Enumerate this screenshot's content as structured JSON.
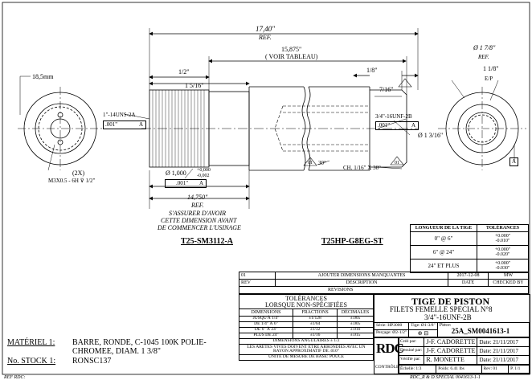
{
  "dims": {
    "overall_len": "17,40\"",
    "overall_ref": "REF.",
    "table_len": "15,875\"",
    "table_note": "( VOIR TABLEAU)",
    "left_d18": "18,5mm",
    "len_1_half": "1/2\"",
    "len_1_5_16": "1 5/16\"",
    "len_1_8": "1/8\"",
    "right_7_16": "7/16\"",
    "right_1_7_8": "Ø 1 7/8\"",
    "right_ref": "REF.",
    "right_1_1_8": "1 1/8\"",
    "right_ep": "E/P",
    "thread_left": "1\"-14UNS-2A",
    "tol_left": ".001\"",
    "datum_a": "A",
    "thread_right": "3/4\"-16UNF-2B",
    "tol_right": ".001\"",
    "diam_1_3_16": "Ø 1 3/16\"",
    "holes_qty": "(2X)",
    "holes_spec": "M3X0.5 - 6H ⊽ 1/2\"",
    "diam_1000": "Ø 1,000",
    "tol_plus": "+0,000",
    "tol_minus": "-0,002",
    "tol_mid": ".001\"",
    "chamfer_note": "30°",
    "chamfer_num": "01",
    "chamfer_spec": "CH. 1/16\" X 30°",
    "chamfer_num2": "01",
    "ref_len": "14,750\"",
    "ref_len_ref": "REF.",
    "note1": "S'ASSURER D'AVOIR",
    "note2": "CETTE DIMENSION AVANT",
    "note3": "DE COMMENCER L'USINAGE",
    "view_left": "T25-SM3112-A",
    "view_right": "T25HP-G8EG-ST"
  },
  "length_table": {
    "headers": [
      "LONGUEUR DE LA TIGE",
      "TOLÉRANCES"
    ],
    "rows": [
      [
        "0\" @ 6\"",
        "+0.000\"",
        "-0.010\""
      ],
      [
        "6\" @ 24\"",
        "+0.000\"",
        "-0.020\""
      ],
      [
        "24\" ET PLUS",
        "+0.000\"",
        "-0.030\""
      ]
    ]
  },
  "revisions": {
    "row": [
      "01",
      "AJOUTER DIMENSIONS MANQUANTES",
      "2017-12-08",
      "MW"
    ],
    "headers": [
      "REV",
      "DESCRIPTION",
      "DATE",
      "CHECKED BY"
    ],
    "title": "REVISIONS"
  },
  "tolerances": {
    "title1": "TOLÉRANCES",
    "title2": "LORSQUE NON-SPÉCIFIÉES",
    "headers": [
      "DIMENSIONS",
      "FRACTIONS",
      "DÉCIMALES"
    ],
    "rows": [
      [
        "JUSQU'À 1/4\"",
        "±1/128",
        "±.005"
      ],
      [
        "DE 1/4\" À 6\"",
        "±1/64",
        "±.005"
      ],
      [
        "DE 6\" À 24\"",
        "±1/32",
        "±.010"
      ],
      [
        "PLUS DE 24\"",
        "±1/16",
        "±.015"
      ]
    ],
    "angular": "DIMENSIONS ANGULAIRES ± 1/2",
    "edges1": "LES ARÊTES VIVES DOIVENT ÊTRE ARRONDIES AVEC UN",
    "edges2": "RAYON APPROXIMATIF DE .010\"",
    "unit": "UNITÉ DE MESURE DE BASE: POUCE"
  },
  "title_block": {
    "title": "TIGE DE PISTON",
    "sub1": "FILETS FEMELLE SPECIAL N°8",
    "sub2": "3/4\"-16UNF-2B",
    "serie": "Série: HP3000",
    "tige": "Tige: Ø1-3/8\"",
    "piece_label": "Pièce:",
    "piece": "25A_SM0041613-1",
    "percage": "Perçage: Ø2-1/2\"",
    "logo": "RDC",
    "logo_sub": "CONTRÔLE",
    "cree": "Créé par:",
    "cree_val": "J-F. CADORETTE",
    "cree_date": "Date: 21/11/2017",
    "dessine": "Dessiné par:",
    "dessine_val": "J-F. CADORETTE",
    "dessine_date": "Date: 21/11/2017",
    "verifie": "Vérifié par:",
    "verifie_val": "R. MONETTE",
    "verifie_date": "Date: 21/11/2017",
    "echelle": "Échelle: 1:3",
    "poids": "Poids: 6.41 lbs",
    "rev": "Rev: 01",
    "page": "P. 1/1"
  },
  "material": {
    "label": "MATÉRIEL 1:",
    "value1": "BARRE, RONDE, C-1045 100K POLIE-",
    "value2": "CHROMEE, DIAM. 1 3/8\"",
    "stock_label": "No. STOCK 1:",
    "stock": "RONSC137"
  },
  "footer": {
    "left": "REF RDC:",
    "right": "RDC_R & D SPECIAL 0041613-1-1"
  }
}
